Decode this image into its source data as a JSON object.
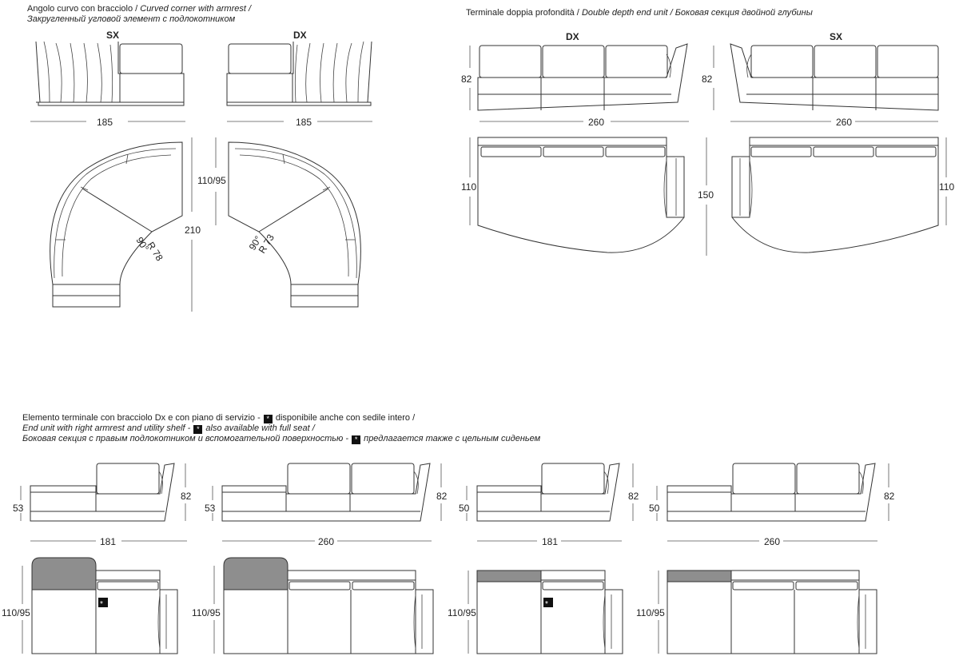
{
  "sections": {
    "curved_corner": {
      "caption_it": "Angolo curvo con bracciolo / ",
      "caption_en": "Curved corner with armrest /",
      "caption_ru": "Закругленный угловой элемент с подлокотником",
      "sx_label": "SX",
      "dx_label": "DX",
      "width_left": "185",
      "width_right": "185",
      "depth": "110/95",
      "height_total": "210",
      "angle_left": "90°",
      "radius_left": "R 78",
      "angle_right": "90°",
      "radius_right": "R 73"
    },
    "double_depth": {
      "caption_it": "Terminale doppia profondità / ",
      "caption_en": "Double depth end unit",
      "caption_ru": " / Боковая секция двойной глубины",
      "dx_label": "DX",
      "sx_label": "SX",
      "height_left": "82",
      "height_right": "82",
      "width_left": "260",
      "width_right": "260",
      "depth_left": "110",
      "depth_mid": "150",
      "depth_right": "110"
    },
    "end_unit": {
      "caption_it": "Elemento terminale con bracciolo Dx e con piano di servizio - ",
      "caption_it_2": " disponibile anche con sedile intero /",
      "caption_en": "End unit with right armrest and utility shelf - ",
      "caption_en_2": " also available with full seat /",
      "caption_ru": "Боковая секция с правым подлокотником и вспомогательной поверхностью - ",
      "caption_ru_2": " предлагается также с цельным сиденьем",
      "star_symbol": "*",
      "units": [
        {
          "side_height": "53",
          "back_height": "82",
          "width": "181",
          "depth": "110/95"
        },
        {
          "side_height": "53",
          "back_height": "82",
          "width": "260",
          "depth": "110/95"
        },
        {
          "side_height": "50",
          "back_height": "82",
          "width": "181",
          "depth": "110/95"
        },
        {
          "side_height": "50",
          "back_height": "82",
          "width": "260",
          "depth": "110/95"
        }
      ]
    }
  },
  "colors": {
    "line": "#333333",
    "shelf_fill": "#8e8e8e",
    "background": "#ffffff"
  }
}
